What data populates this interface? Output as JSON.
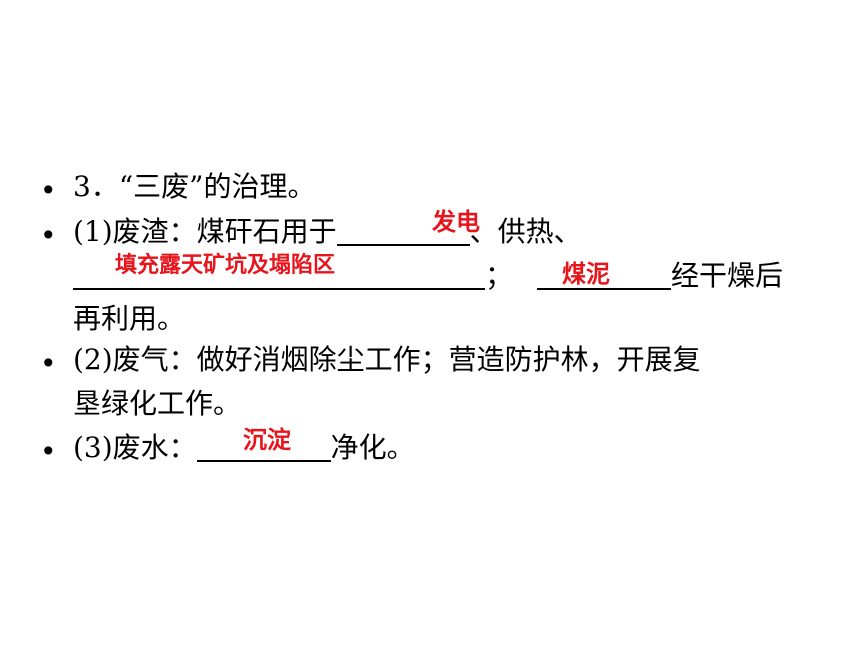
{
  "heading": "3．“三废”的治理。",
  "item1": {
    "prefix": "(1)废渣：煤矸石用于",
    "after_blank1": "、供热、",
    "after_blank2": "；",
    "after_blank3": "经干燥后",
    "continuation": "再利用。",
    "answers": {
      "blank1": "发电",
      "blank2": "填充露天矿坑及塌陷区",
      "blank3": "煤泥"
    }
  },
  "item2": {
    "line1": "(2)废气：做好消烟除尘工作；营造防护林，开展复",
    "line2": "垦绿化工作。"
  },
  "item3": {
    "prefix": "(3)废水：",
    "suffix": "净化。",
    "answers": {
      "blank1": "沉淀"
    }
  },
  "bullet_symbol": "•",
  "colors": {
    "text": "#000000",
    "answer": "#e8141b",
    "background": "#ffffff"
  }
}
